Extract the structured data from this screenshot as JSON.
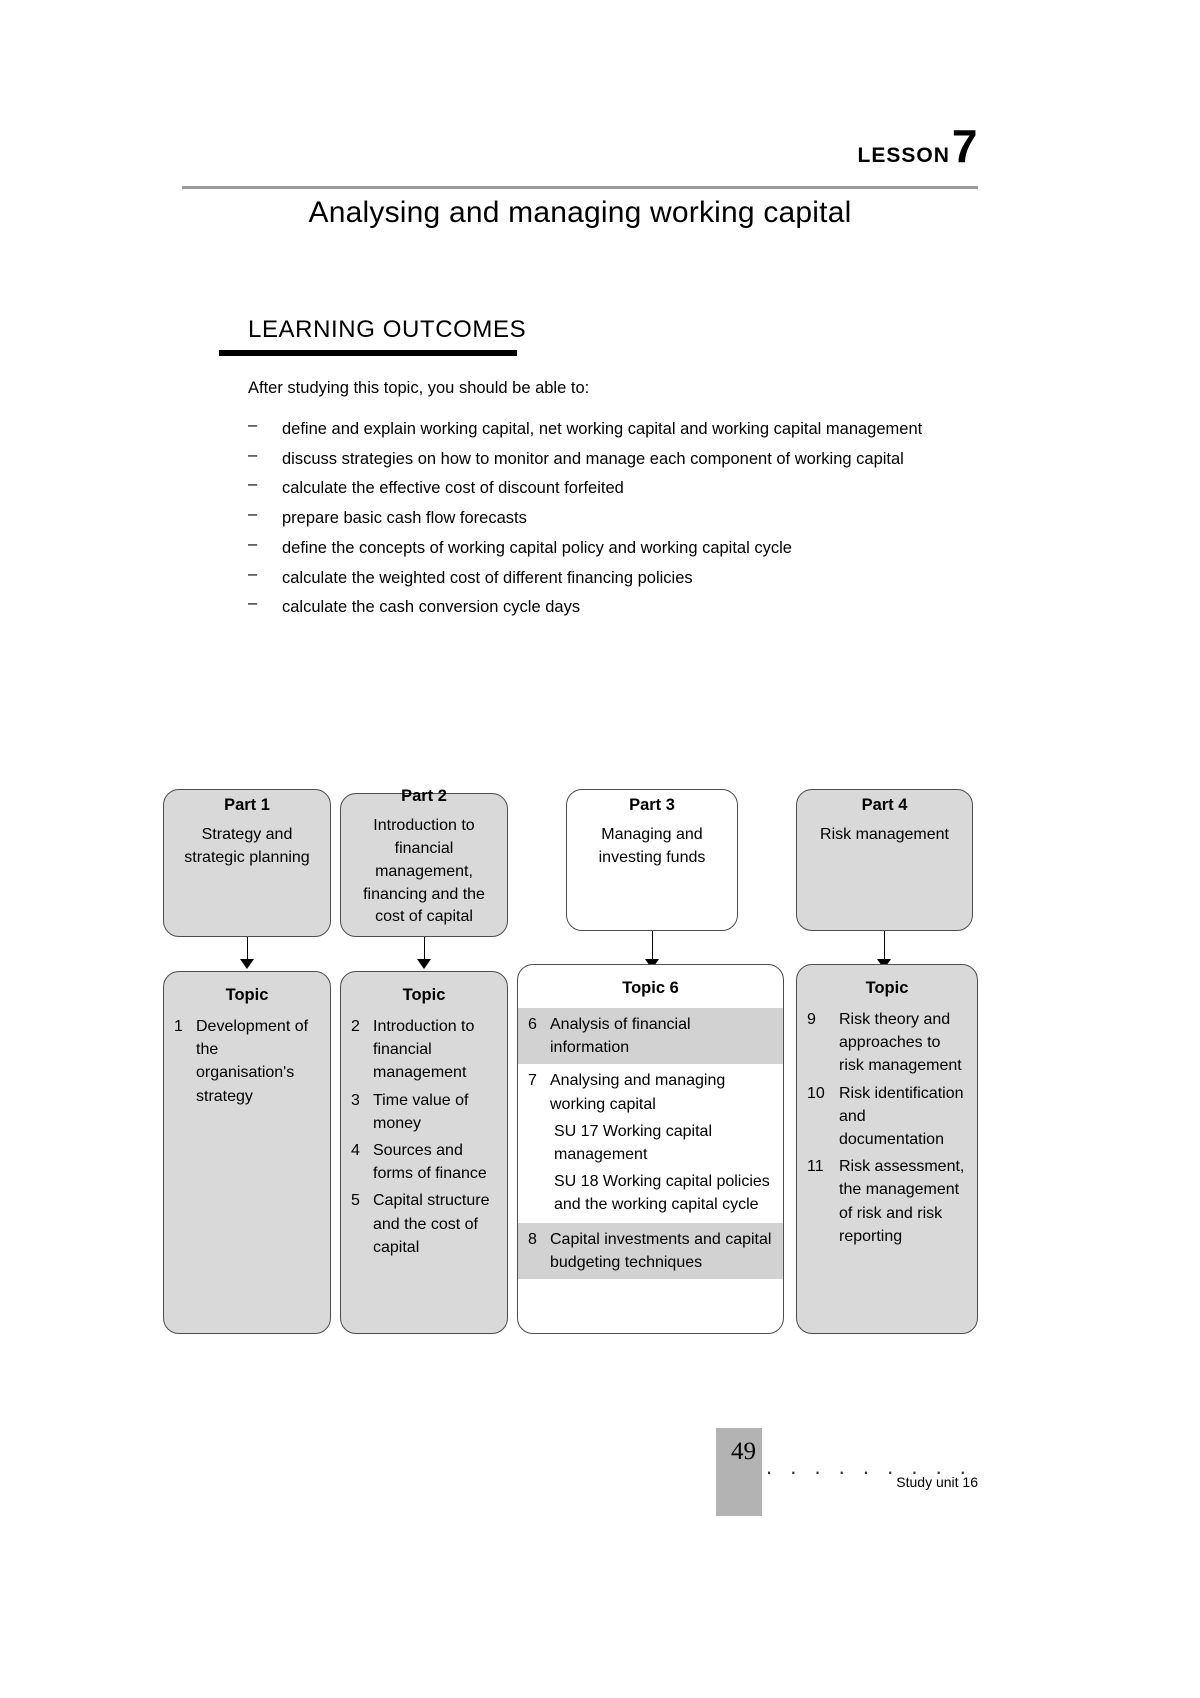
{
  "header": {
    "lesson_word": "LESSON",
    "lesson_number": "7",
    "title": "Analysing and managing working capital"
  },
  "learning_outcomes": {
    "heading": "LEARNING OUTCOMES",
    "intro": "After studying this topic, you should be able to:",
    "dash": "–",
    "items": [
      "define and explain working capital, net working capital and working capital management",
      "discuss strategies on how to monitor and manage each component of working capital",
      "calculate the effective cost of discount forfeited",
      "prepare basic cash flow forecasts",
      "define the concepts of working capital policy and working capital cycle",
      "calculate the weighted cost of different financing policies",
      "calculate the cash conversion cycle days"
    ]
  },
  "diagram": {
    "parts": [
      {
        "title": "Part 1",
        "body": "Strategy and strategic planning",
        "highlighted": false
      },
      {
        "title": "Part 2",
        "body": "Introduction to financial management, financing and the cost of capital",
        "highlighted": false
      },
      {
        "title": "Part 3",
        "body": "Managing and investing funds",
        "highlighted": true
      },
      {
        "title": "Part 4",
        "body": "Risk management",
        "highlighted": false
      }
    ],
    "topics": [
      {
        "title": "Topic",
        "highlighted": false,
        "rows": [
          {
            "num": "1",
            "label": "Development of the organisation's strategy",
            "shaded": false
          }
        ]
      },
      {
        "title": "Topic",
        "highlighted": false,
        "rows": [
          {
            "num": "2",
            "label": "Introduction to financial management",
            "shaded": false
          },
          {
            "num": "3",
            "label": "Time value of money",
            "shaded": false
          },
          {
            "num": "4",
            "label": "Sources and forms of finance",
            "shaded": false
          },
          {
            "num": "5",
            "label": "Capital structure and the cost of capital",
            "shaded": false
          }
        ]
      },
      {
        "title": "Topic 6",
        "highlighted": true,
        "rows": [
          {
            "num": "6",
            "label": "Analysis of financial information",
            "shaded": true
          },
          {
            "num": "7",
            "label": "Analysing and managing working capital",
            "shaded": false,
            "subs": [
              "SU 17  Working capital management",
              "SU 18  Working capital policies and the working capital cycle"
            ]
          },
          {
            "num": "8",
            "label": "Capital investments and capital budgeting techniques",
            "shaded": true
          }
        ]
      },
      {
        "title": "Topic",
        "highlighted": false,
        "rows": [
          {
            "num": "9",
            "label": "Risk theory and approaches to risk management",
            "shaded": false
          },
          {
            "num": "10",
            "label": "Risk identification and documentation",
            "shaded": false
          },
          {
            "num": "11",
            "label": "Risk assessment, the management of risk and risk reporting",
            "shaded": false
          }
        ]
      }
    ]
  },
  "footer": {
    "page_number": "49",
    "dots": ". . . . . . . . . . . . . . . . . . . .",
    "caption": "Study unit 16"
  }
}
